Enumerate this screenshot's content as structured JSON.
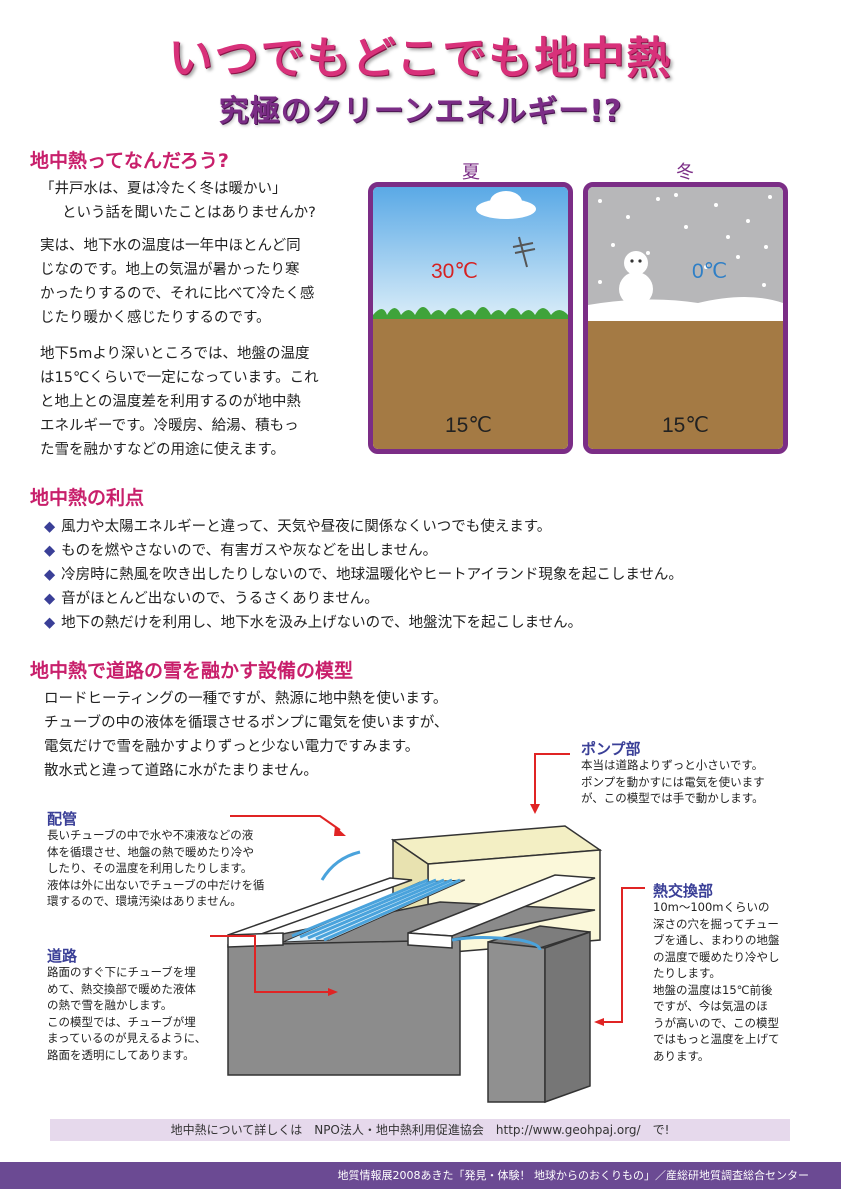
{
  "title": {
    "main": "いつでもどこでも地中熱",
    "sub": "究極のクリーンエネルギー!?"
  },
  "section1": {
    "heading": "地中熱ってなんだろう?",
    "quote1": "「井戸水は、夏は冷たく冬は暖かい」",
    "quote2": "という話を聞いたことはありませんか?",
    "p1": [
      "実は、地下水の温度は一年中ほとんど同",
      "じなのです。地上の気温が暑かったり寒",
      "かったりするので、それに比べて冷たく感",
      "じたり暖かく感じたりするのです。"
    ],
    "p2": [
      "地下5mより深いところでは、地盤の温度",
      "は15℃くらいで一定になっています。これ",
      "と地上との温度差を利用するのが地中熱",
      "エネルギーです。冷暖房、給湯、積もっ",
      "た雪を融かすなどの用途に使えます。"
    ]
  },
  "seasons": {
    "summer": {
      "label": "夏",
      "air": "30℃",
      "ground": "15℃"
    },
    "winter": {
      "label": "冬",
      "air": "0℃",
      "ground": "15℃"
    }
  },
  "section2": {
    "heading": "地中熱の利点",
    "items": [
      "風力や太陽エネルギーと違って、天気や昼夜に関係なくいつでも使えます。",
      "ものを燃やさないので、有害ガスや灰などを出しません。",
      "冷房時に熱風を吹き出したりしないので、地球温暖化やヒートアイランド現象を起こしません。",
      "音がほとんど出ないので、うるさくありません。",
      "地下の熱だけを利用し、地下水を汲み上げないので、地盤沈下を起こしません。"
    ]
  },
  "section3": {
    "heading": "地中熱で道路の雪を融かす設備の模型",
    "lines": [
      "ロードヒーティングの一種ですが、熱源に地中熱を使います。",
      "チューブの中の液体を循環させるポンプに電気を使いますが、",
      "電気だけで雪を融かすよりずっと少ない電力ですみます。",
      "散水式と違って道路に水がたまりません。"
    ],
    "pump": {
      "label": "ポンプ部",
      "lines": [
        "本当は道路よりずっと小さいです。",
        "ポンプを動かすには電気を使います",
        "が、この模型では手で動かします。"
      ]
    },
    "pipe": {
      "label": "配管",
      "lines": [
        "長いチューブの中で水や不凍液などの液",
        "体を循環させ、地盤の熱で暖めたり冷や",
        "したり、その温度を利用したりします。",
        "液体は外に出ないでチューブの中だけを循",
        "環するので、環境汚染はありません。"
      ]
    },
    "road": {
      "label": "道路",
      "lines": [
        "路面のすぐ下にチューブを埋",
        "めて、熱交換部で暖めた液体",
        "の熱で雪を融かします。",
        "この模型では、チューブが埋",
        "まっているのが見えるように、",
        "路面を透明にしてあります。"
      ]
    },
    "exchanger": {
      "label": "熱交換部",
      "lines": [
        "10m〜100mくらいの",
        "深さの穴を掘ってチュー",
        "ブを通し、まわりの地盤",
        "の温度で暖めたり冷やし",
        "たりします。",
        "地盤の温度は15℃前後",
        "ですが、今は気温のほ",
        "うが高いので、この模型",
        "ではもっと温度を上げて",
        "あります。"
      ]
    }
  },
  "footer": {
    "info": "地中熱について詳しくは　NPO法人・地中熱利用促進協会　http://www.geohpaj.org/　で!",
    "credit": "地質情報展2008あきた「発見・体験！ 地球からのおくりもの」／産総研地質調査総合センター"
  },
  "colors": {
    "title": "#d8317a",
    "subtitle": "#7b2d86",
    "heading": "#c81f6b",
    "label": "#3a3f97",
    "frame": "#7b2d86",
    "soil": "#a47a44",
    "pipe": "#4aa3dc"
  }
}
